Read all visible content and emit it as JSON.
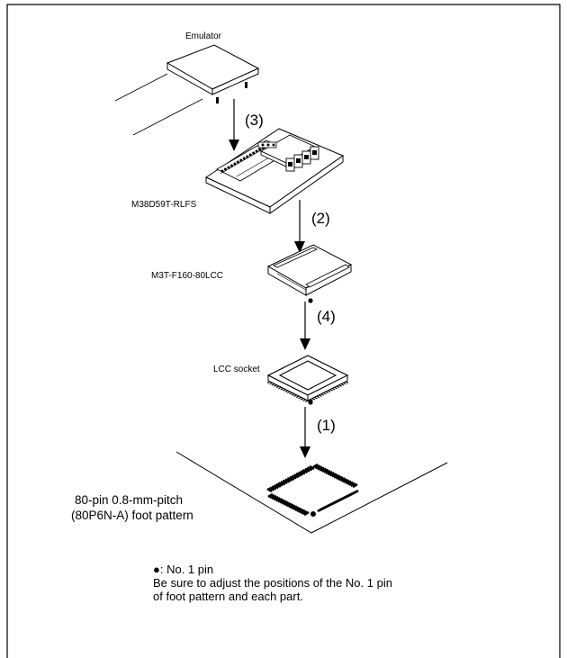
{
  "labels": {
    "emulator": "Emulator",
    "board": "M38D59T-RLFS",
    "converter": "M3T-F160-80LCC",
    "socket": "LCC socket",
    "foot_pattern_line1": "80-pin 0.8-mm-pitch",
    "foot_pattern_line2": "(80P6N-A) foot pattern"
  },
  "steps": {
    "step_3": "(3)",
    "step_2": "(2)",
    "step_4": "(4)",
    "step_1": "(1)"
  },
  "note": {
    "pin_legend": "●: No. 1 pin",
    "line1": "Be sure to adjust the positions of the No. 1 pin",
    "line2": "of foot pattern and each part."
  }
}
